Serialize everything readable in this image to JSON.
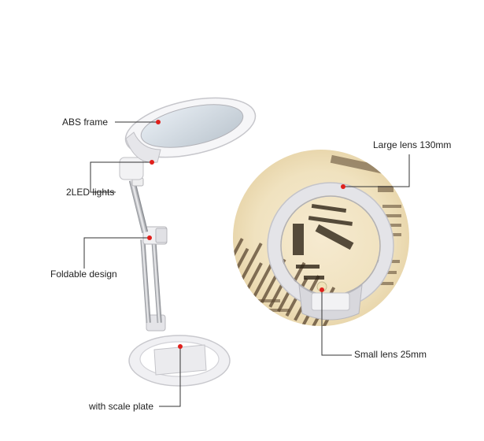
{
  "labels": {
    "abs_frame": "ABS frame",
    "led_lights": "2LED lights",
    "foldable_design": "Foldable design",
    "scale_plate": "with scale plate",
    "large_lens": "Large lens 130mm",
    "small_lens": "Small lens 25mm"
  },
  "colors": {
    "callout_line": "#333333",
    "callout_dot": "#e0201c",
    "product_white": "#f4f4f6",
    "product_shadow": "#c9c9ce",
    "newsprint": "#f0e2bf",
    "ink": "#3a2a1a"
  }
}
